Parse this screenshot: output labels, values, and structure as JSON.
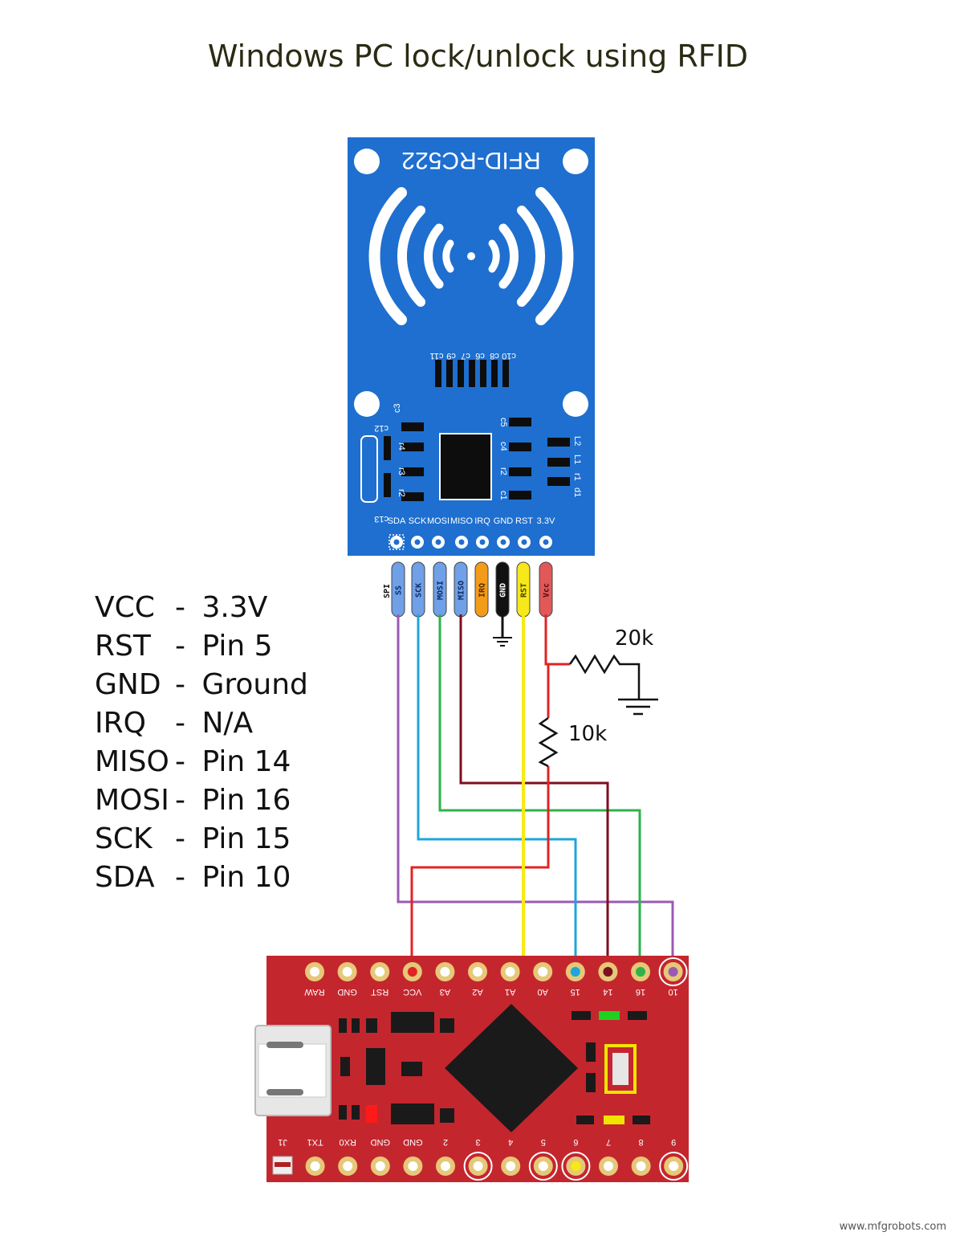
{
  "title": "Windows PC lock/unlock using RFID",
  "pin_mapping": [
    {
      "signal": "VCC",
      "target": "3.3V"
    },
    {
      "signal": "RST",
      "target": "Pin 5"
    },
    {
      "signal": "GND",
      "target": "Ground"
    },
    {
      "signal": "IRQ",
      "target": "N/A"
    },
    {
      "signal": "MISO",
      "target": "Pin 14"
    },
    {
      "signal": "MOSI",
      "target": "Pin 16"
    },
    {
      "signal": "SCK",
      "target": "Pin 15"
    },
    {
      "signal": "SDA",
      "target": "Pin 10"
    }
  ],
  "rfid_module": {
    "name": "RFID-RC522",
    "color": "#1e6fcf",
    "pin_labels": [
      "SDA",
      "SCK",
      "MOSI",
      "MISO",
      "IRQ",
      "GND",
      "RST",
      "3.3V"
    ],
    "cap_labels": [
      "c10",
      "c8",
      "c6",
      "c7",
      "c9",
      "c11"
    ],
    "component_labels": [
      "c12",
      "c3",
      "r4",
      "r3",
      "r2",
      "c13",
      "c5",
      "c4",
      "r2",
      "c1",
      "L2",
      "L1",
      "r1",
      "d1"
    ]
  },
  "header_connector": {
    "spi_label": "SPI",
    "pins": [
      {
        "label": "SS",
        "color": "#6fa0e8",
        "text_color": "#0d2b66"
      },
      {
        "label": "SCK",
        "color": "#6fa0e8",
        "text_color": "#0d2b66"
      },
      {
        "label": "MOSI",
        "color": "#6fa0e8",
        "text_color": "#0d2b66"
      },
      {
        "label": "MISO",
        "color": "#6fa0e8",
        "text_color": "#0d2b66"
      },
      {
        "label": "IRQ",
        "color": "#f39c1a",
        "text_color": "#5a2d00"
      },
      {
        "label": "GND",
        "color": "#111111",
        "text_color": "#ffffff"
      },
      {
        "label": "RST",
        "color": "#f6e81a",
        "text_color": "#4a3f00"
      },
      {
        "label": "Vcc",
        "color": "#e05858",
        "text_color": "#4a0d0d"
      }
    ]
  },
  "resistors": [
    {
      "label": "20k"
    },
    {
      "label": "10k"
    }
  ],
  "pro_micro": {
    "color": "#c4262e",
    "top_pins": [
      "RAW",
      "GND",
      "RST",
      "VCC",
      "A3",
      "A2",
      "A1",
      "A0",
      "15",
      "14",
      "16",
      "10"
    ],
    "bottom_pins": [
      "J1",
      "TX1",
      "RX0",
      "GND",
      "GND",
      "2",
      "3",
      "4",
      "5",
      "6",
      "7",
      "8",
      "9"
    ]
  },
  "wire_colors": {
    "sda": "#9b59b6",
    "sck": "#1ea5dc",
    "mosi": "#2db34a",
    "miso": "#7d0f1e",
    "rst": "#f7ea10",
    "vcc": "#e02424",
    "gnd": "#111111"
  },
  "watermark": "www.mfgrobots.com"
}
